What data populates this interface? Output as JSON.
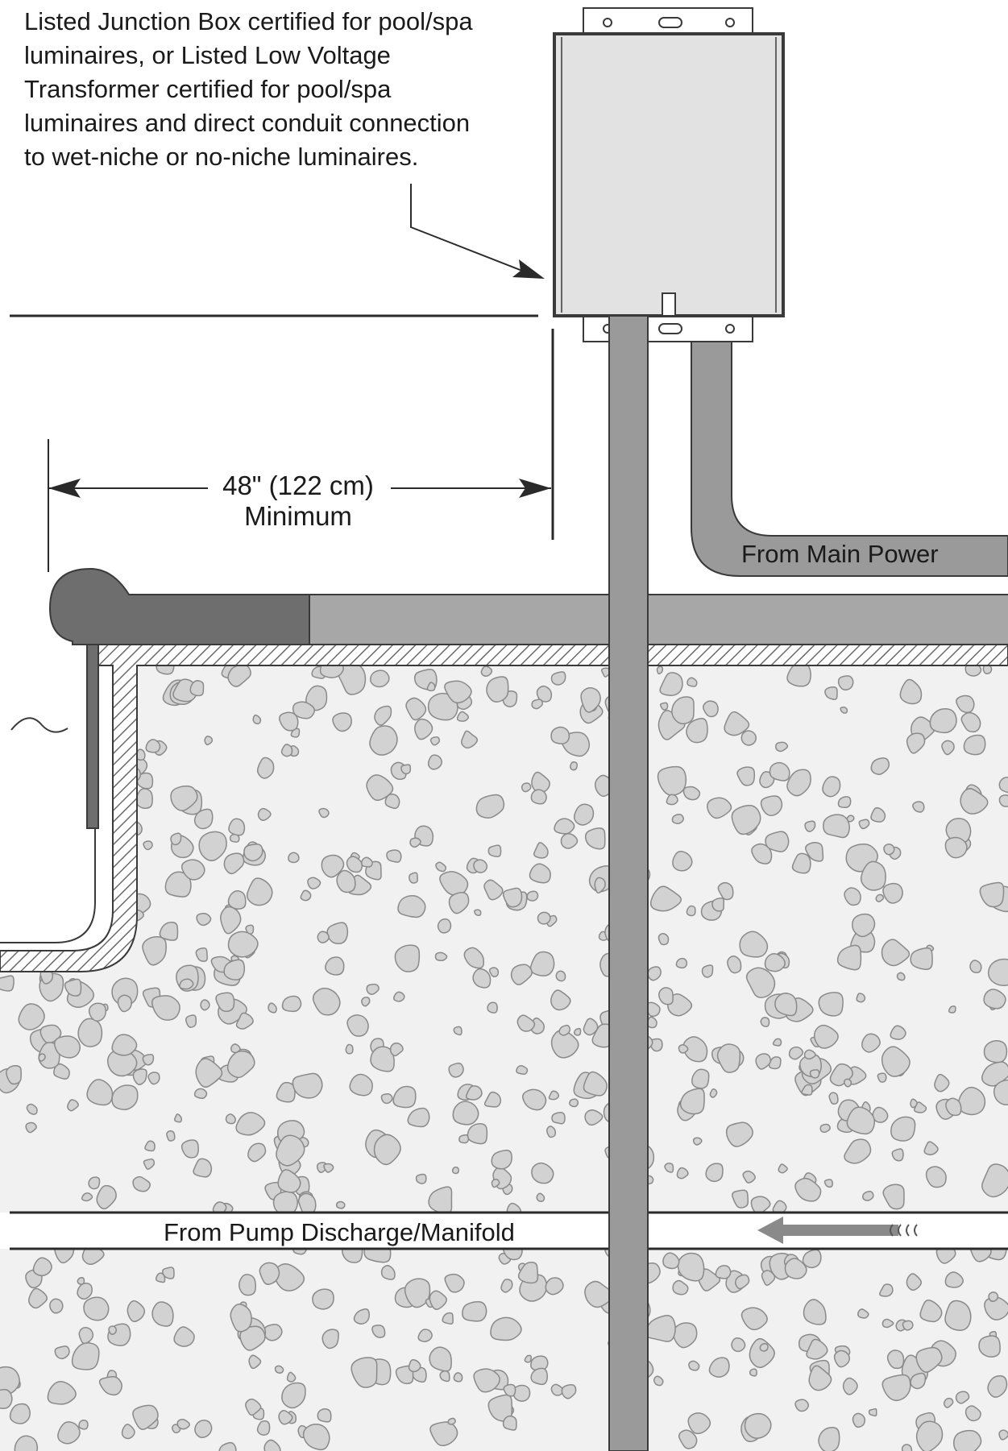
{
  "callout": {
    "lines": [
      "Listed Junction Box certified for pool/spa",
      "luminaires, or Listed Low Voltage",
      "Transformer certified for pool/spa",
      "luminaires and direct conduit connection",
      "to wet-niche or no-niche luminaires."
    ]
  },
  "dimension": {
    "value": "48\" (122 cm)",
    "qualifier": "Minimum"
  },
  "labels": {
    "main_power": "From Main Power",
    "pump": "From Pump Discharge/Manifold"
  },
  "colors": {
    "box_fill": "#e2e2e2",
    "outline": "#3a3a3a",
    "conduit": "#9a9a9a",
    "coping_dark": "#6e6e6e",
    "deck": "#a7a7a7",
    "ground": "#f1f1f1",
    "stone": "#d2d2d2",
    "arrow": "#8a8a8a"
  }
}
